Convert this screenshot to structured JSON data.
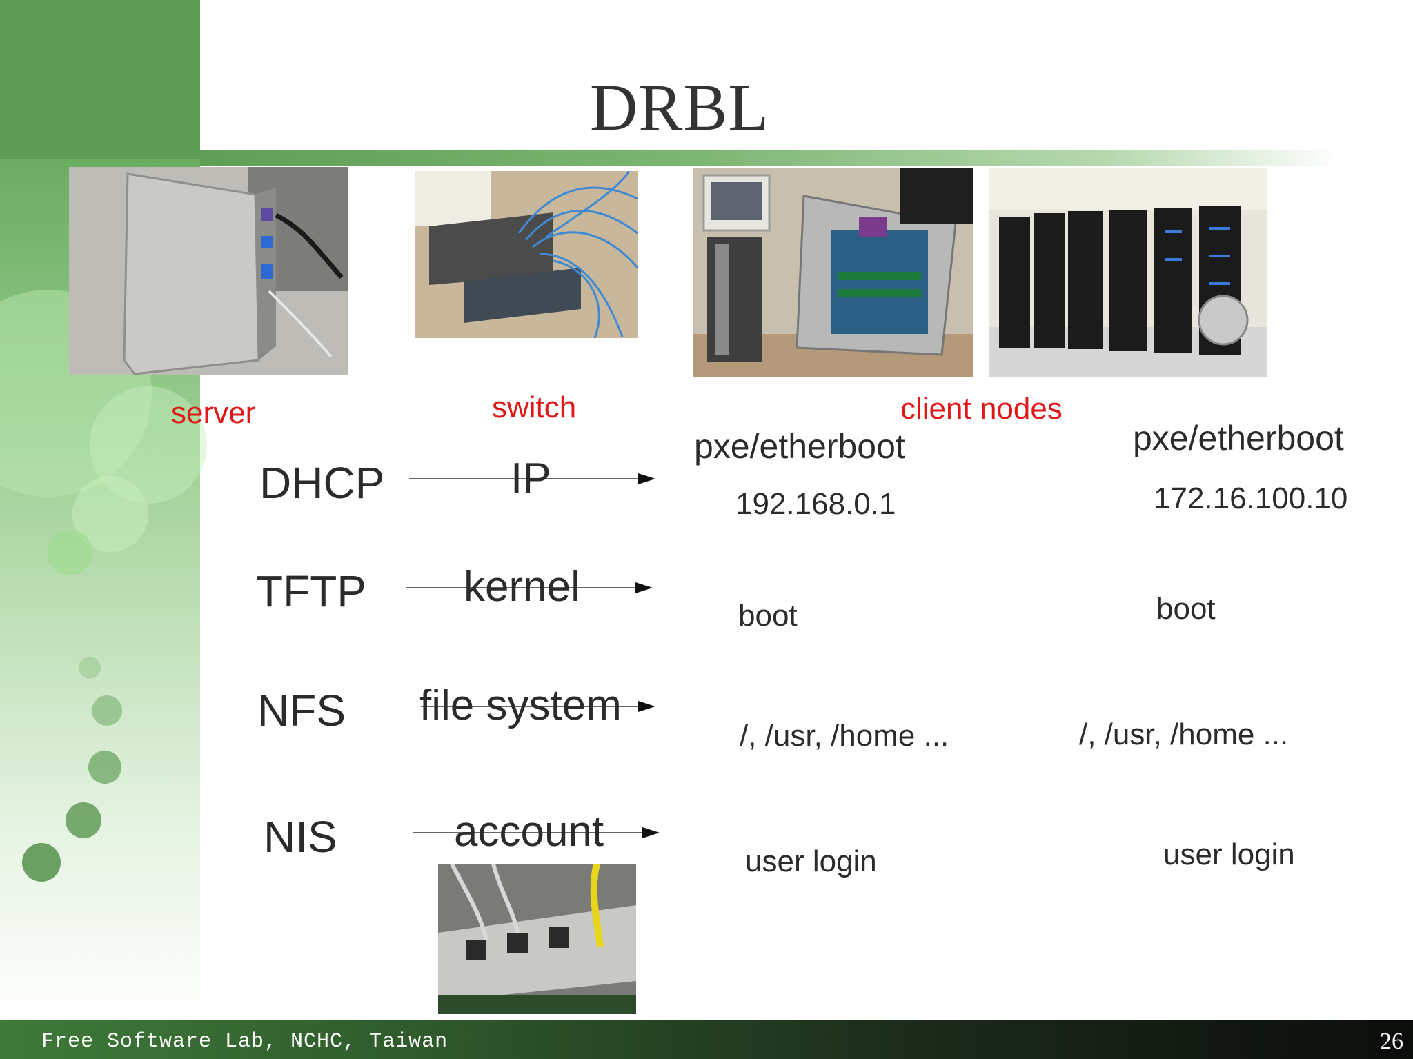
{
  "slide": {
    "title": "DRBL",
    "footer": "Free Software Lab, NCHC, Taiwan",
    "page_number": "26"
  },
  "labels": {
    "server": "server",
    "switch": "switch",
    "client_nodes": "client nodes"
  },
  "services": [
    {
      "name": "DHCP",
      "payload": "IP",
      "client1": "192.168.0.1",
      "client2": "172.16.100.10"
    },
    {
      "name": "TFTP",
      "payload": "kernel",
      "client1": "boot",
      "client2": "boot"
    },
    {
      "name": "NFS",
      "payload": "file system",
      "client1": "/, /usr, /home ...",
      "client2": "/, /usr, /home ..."
    },
    {
      "name": "NIS",
      "payload": "account",
      "client1": "user login",
      "client2": "user login"
    }
  ],
  "client_boot": {
    "client1": "pxe/etherboot",
    "client2": "pxe/etherboot"
  },
  "colors": {
    "green_dark": "#5d9c53",
    "label_red": "#e01818",
    "text": "#2b2b2b"
  }
}
